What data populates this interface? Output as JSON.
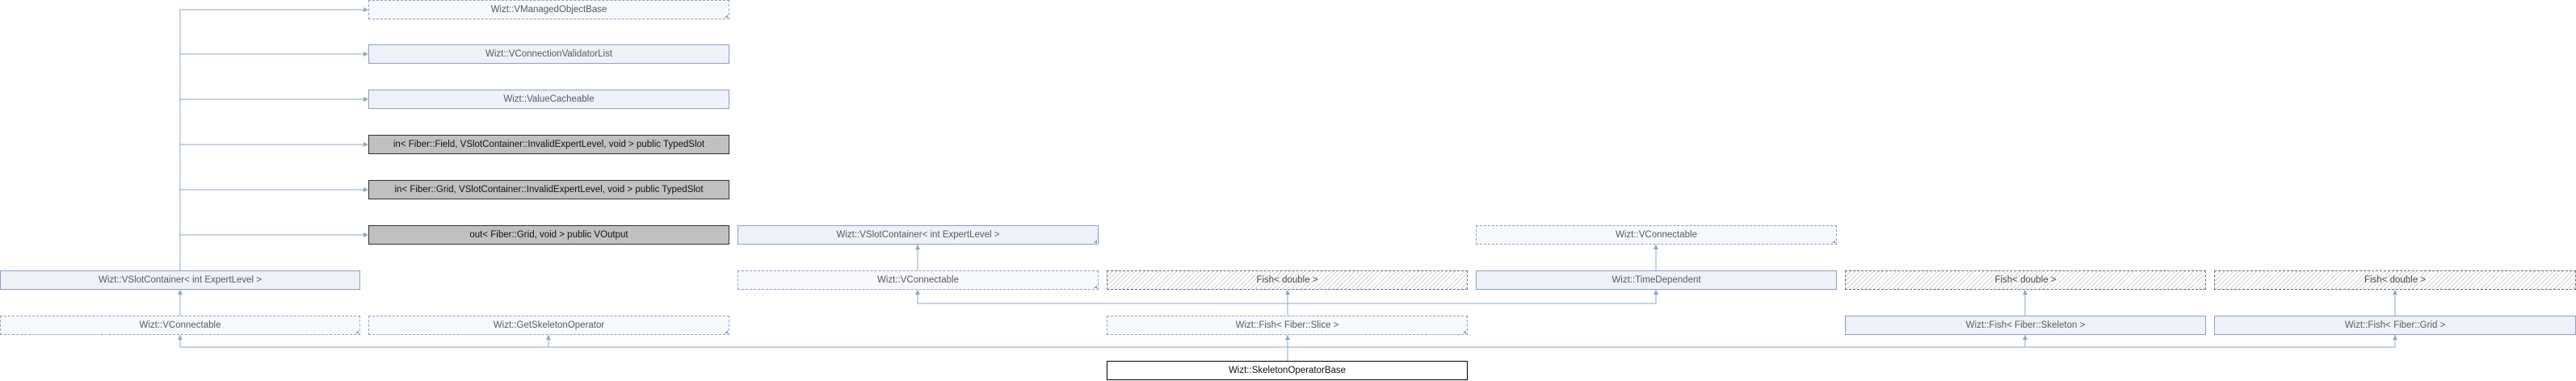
{
  "nodes": [
    {
      "id": "n1",
      "label": "Wizt::VManagedObjectBase",
      "style": "dashed",
      "corner": true
    },
    {
      "id": "n2",
      "label": "Wizt::VConnectionValidatorList",
      "style": "solid"
    },
    {
      "id": "n3",
      "label": "Wizt::ValueCacheable",
      "style": "solid"
    },
    {
      "id": "n4",
      "label": "in< Fiber::Field, VSlotContainer::InvalidExpertLevel, void > public TypedSlot",
      "style": "grey"
    },
    {
      "id": "n5",
      "label": "in< Fiber::Grid, VSlotContainer::InvalidExpertLevel, void > public TypedSlot",
      "style": "grey"
    },
    {
      "id": "n6",
      "label": "out< Fiber::Grid, void > public VOutput",
      "style": "grey"
    },
    {
      "id": "n7",
      "label": "Wizt::VSlotContainer< int ExpertLevel >",
      "style": "solid"
    },
    {
      "id": "n8",
      "label": "Wizt::VSlotContainer< int ExpertLevel >",
      "style": "solid",
      "corner": true
    },
    {
      "id": "n9",
      "label": "Wizt::VConnectable",
      "style": "dashed",
      "corner": true
    },
    {
      "id": "n10",
      "label": "Wizt::VConnectable",
      "style": "dashed",
      "corner": true
    },
    {
      "id": "n11",
      "label": "Fish< double >",
      "style": "hatched"
    },
    {
      "id": "n12",
      "label": "Wizt::TimeDependent",
      "style": "solid"
    },
    {
      "id": "n13",
      "label": "Fish< double >",
      "style": "hatched"
    },
    {
      "id": "n14",
      "label": "Fish< double >",
      "style": "hatched"
    },
    {
      "id": "n15",
      "label": "Wizt::VConnectable",
      "style": "dashed",
      "corner": true
    },
    {
      "id": "n16",
      "label": "Wizt::GetSkeletonOperator",
      "style": "dashed",
      "corner": true
    },
    {
      "id": "n17",
      "label": "Wizt::Fish< Fiber::Slice >",
      "style": "dashed",
      "corner": true
    },
    {
      "id": "n18",
      "label": "Wizt::Fish< Fiber::Skeleton >",
      "style": "solid"
    },
    {
      "id": "n19",
      "label": "Wizt::Fish< Fiber::Grid >",
      "style": "solid"
    },
    {
      "id": "n20",
      "label": "Wizt::SkeletonOperatorBase",
      "style": "root"
    }
  ]
}
